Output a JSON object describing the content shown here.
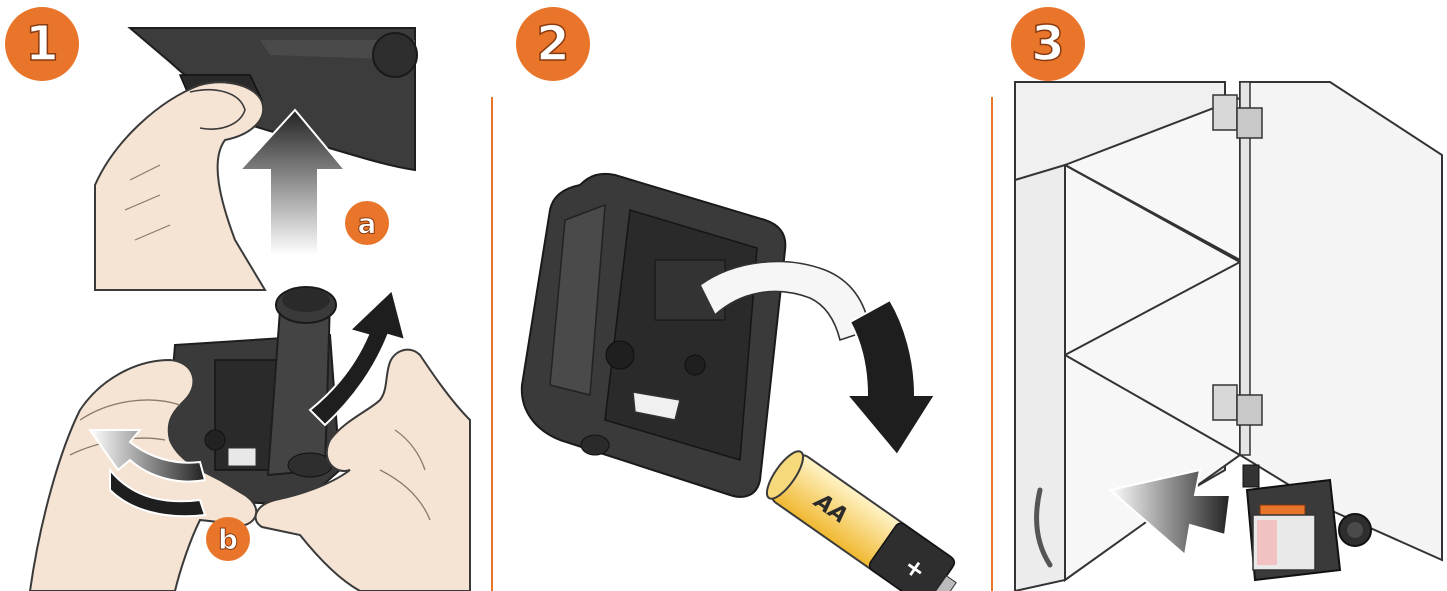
{
  "steps": [
    {
      "number": "1",
      "sub_labels": [
        "a",
        "b"
      ]
    },
    {
      "number": "2",
      "battery_label": "AA",
      "battery_sign": "+"
    },
    {
      "number": "3"
    }
  ],
  "colors": {
    "accent_orange": "#e8752a",
    "device_dark": "#3a3a3a",
    "skin": "#f5e4d4",
    "battery_gold": "#e6c54a"
  }
}
